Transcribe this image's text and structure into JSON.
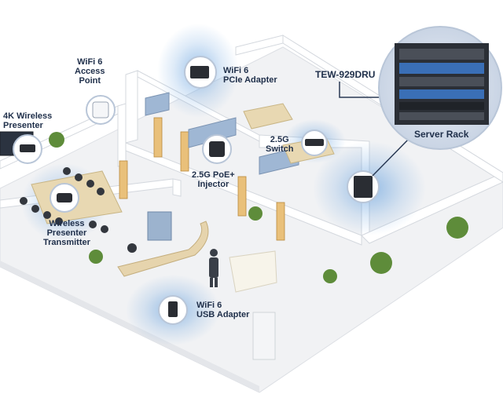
{
  "labels": {
    "wifi6_access_point": [
      "WiFi 6",
      "Access",
      "Point"
    ],
    "wifi6_pcie_adapter": [
      "WiFi 6",
      "PCIe Adapter"
    ],
    "wireless_presenter_4k": [
      "4K Wireless",
      "Presenter"
    ],
    "switch_25g": [
      "2.5G",
      "Switch"
    ],
    "poe_injector_25g": [
      "2.5G PoE+",
      "Injector"
    ],
    "wireless_presenter_transmitter": [
      "Wireless",
      "Presenter",
      "Transmitter"
    ],
    "wifi6_usb_adapter": [
      "WiFi 6",
      "USB Adapter"
    ],
    "server_rack": "Server Rack",
    "rack_model": "TEW-929DRU"
  },
  "colors": {
    "floor": "#f1f2f4",
    "wall": "#ffffff",
    "wall_edge": "#d6d9de",
    "sofa": "#9fb7d4",
    "signal": "#4a90d9",
    "device_dark": "#2a2d33",
    "callout_line": "#2a3a55",
    "rack_blue": "#3a6fb6"
  },
  "icons": [
    "access-point-icon",
    "pcie-adapter-icon",
    "switch-icon",
    "poe-injector-icon",
    "presenter-icon",
    "transmitter-icon",
    "usb-adapter-icon",
    "server-rack-icon",
    "plant-icon",
    "chair-icon",
    "sofa-icon",
    "door-icon",
    "person-icon"
  ]
}
